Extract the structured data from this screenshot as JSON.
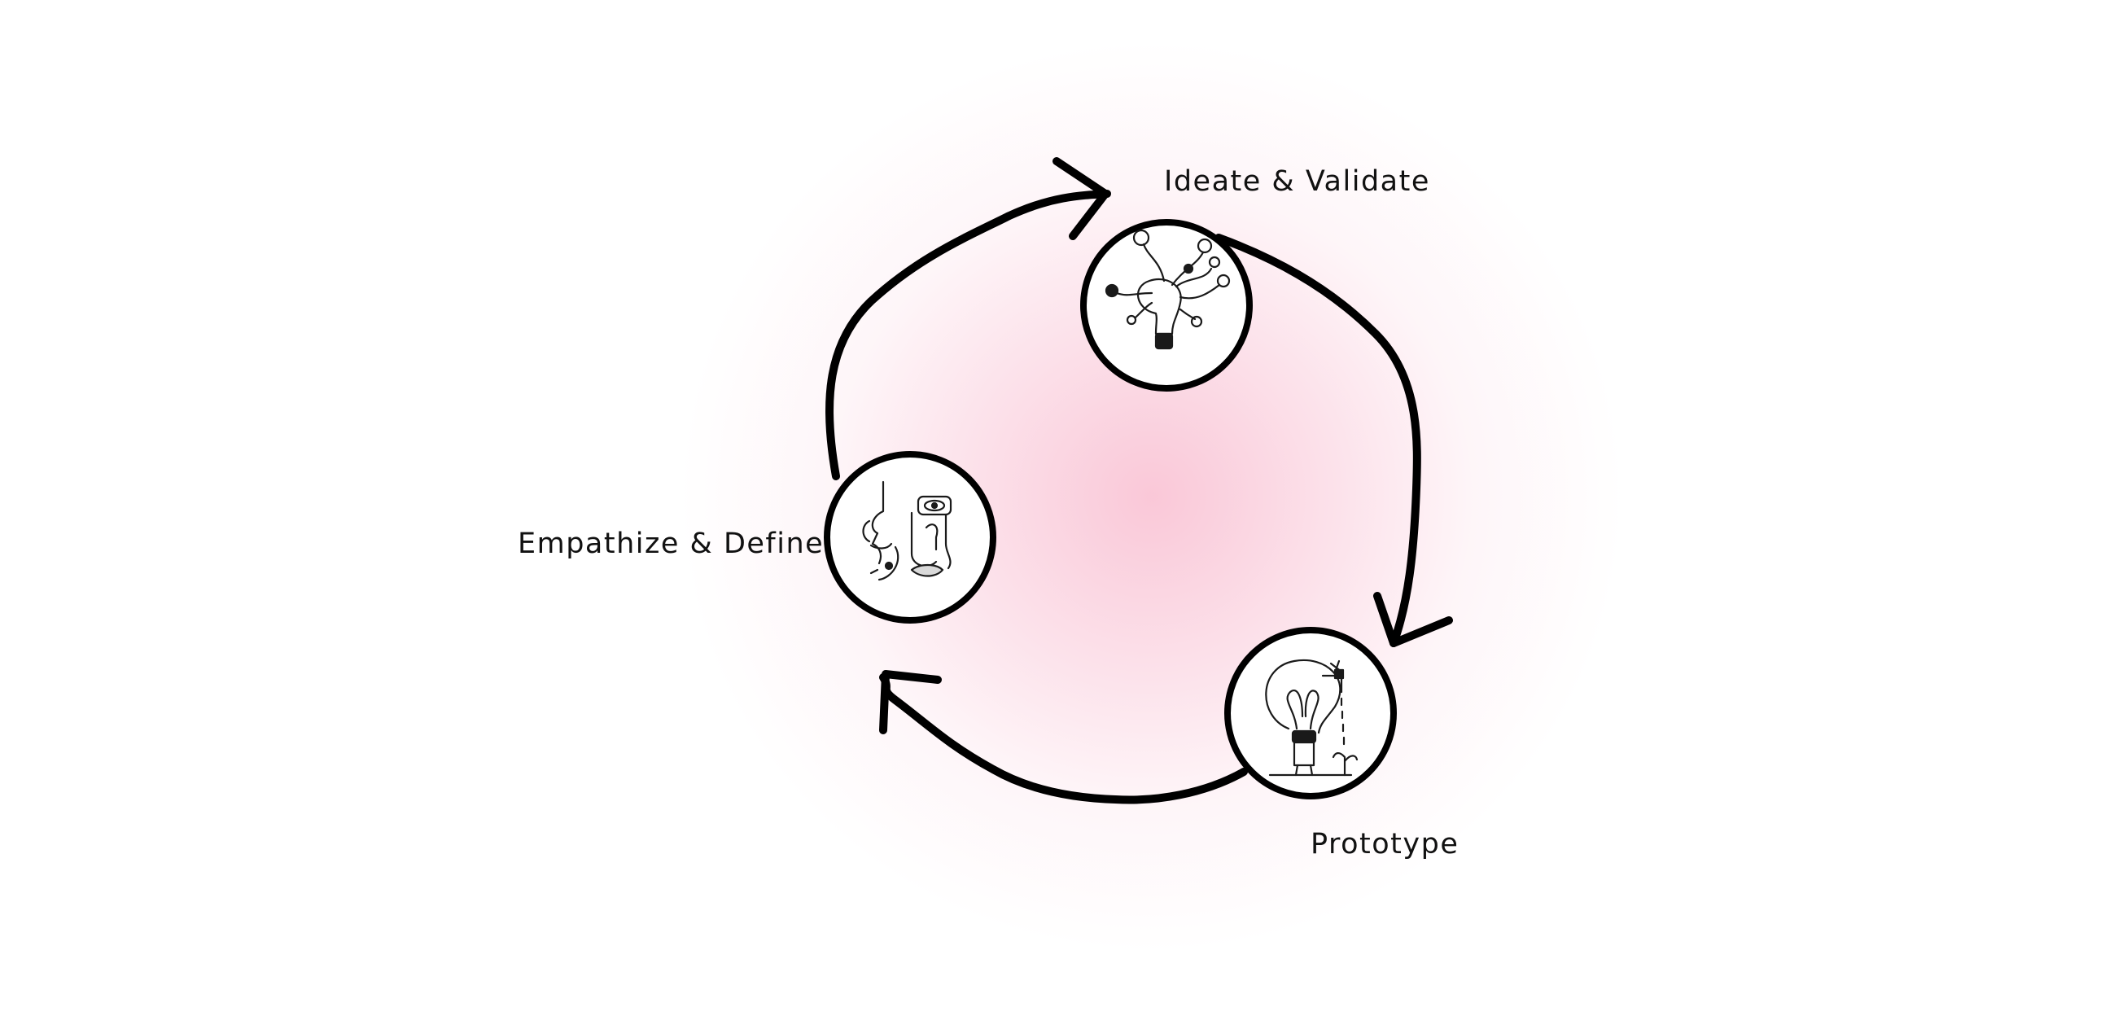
{
  "background": {
    "base_color": "#ffffff",
    "glow_color": "#f8bace"
  },
  "cycle": {
    "stroke_color": "#000000",
    "stages": [
      {
        "label": "Ideate & Validate",
        "icon": "lightbulb-ideas-icon"
      },
      {
        "label": "Prototype",
        "icon": "lightbulb-watering-icon"
      },
      {
        "label": "Empathize & Define",
        "icon": "faces-senses-icon"
      }
    ]
  }
}
